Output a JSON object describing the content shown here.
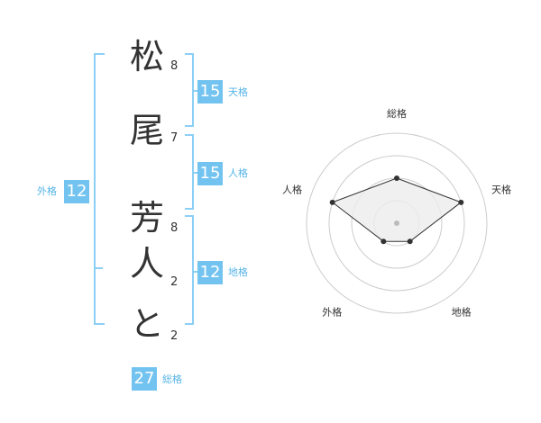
{
  "name": {
    "characters": [
      {
        "char": "松",
        "strokes": "8"
      },
      {
        "char": "尾",
        "strokes": "7"
      },
      {
        "char": "芳",
        "strokes": "8"
      },
      {
        "char": "人",
        "strokes": "2"
      },
      {
        "char": "と",
        "strokes": "2"
      }
    ]
  },
  "kakusu": {
    "tenkaku": {
      "value": "15",
      "label": "天格"
    },
    "jinkaku": {
      "value": "15",
      "label": "人格"
    },
    "chikaku": {
      "value": "12",
      "label": "地格"
    },
    "gaikaku": {
      "value": "12",
      "label": "外格"
    },
    "soukaku": {
      "value": "27",
      "label": "総格"
    }
  },
  "radar": {
    "axes": [
      "総格",
      "天格",
      "地格",
      "外格",
      "人格"
    ],
    "values": [
      2,
      3,
      1,
      1,
      3
    ],
    "max": 4,
    "colors": {
      "fill": "#ececec",
      "stroke": "#333333",
      "grid": "#cccccc",
      "point": "#333333",
      "center": "#bbbbbb"
    }
  },
  "colors": {
    "accent": "#73c3f0",
    "bracket": "#8ccff5",
    "label": "#55b4e8"
  }
}
